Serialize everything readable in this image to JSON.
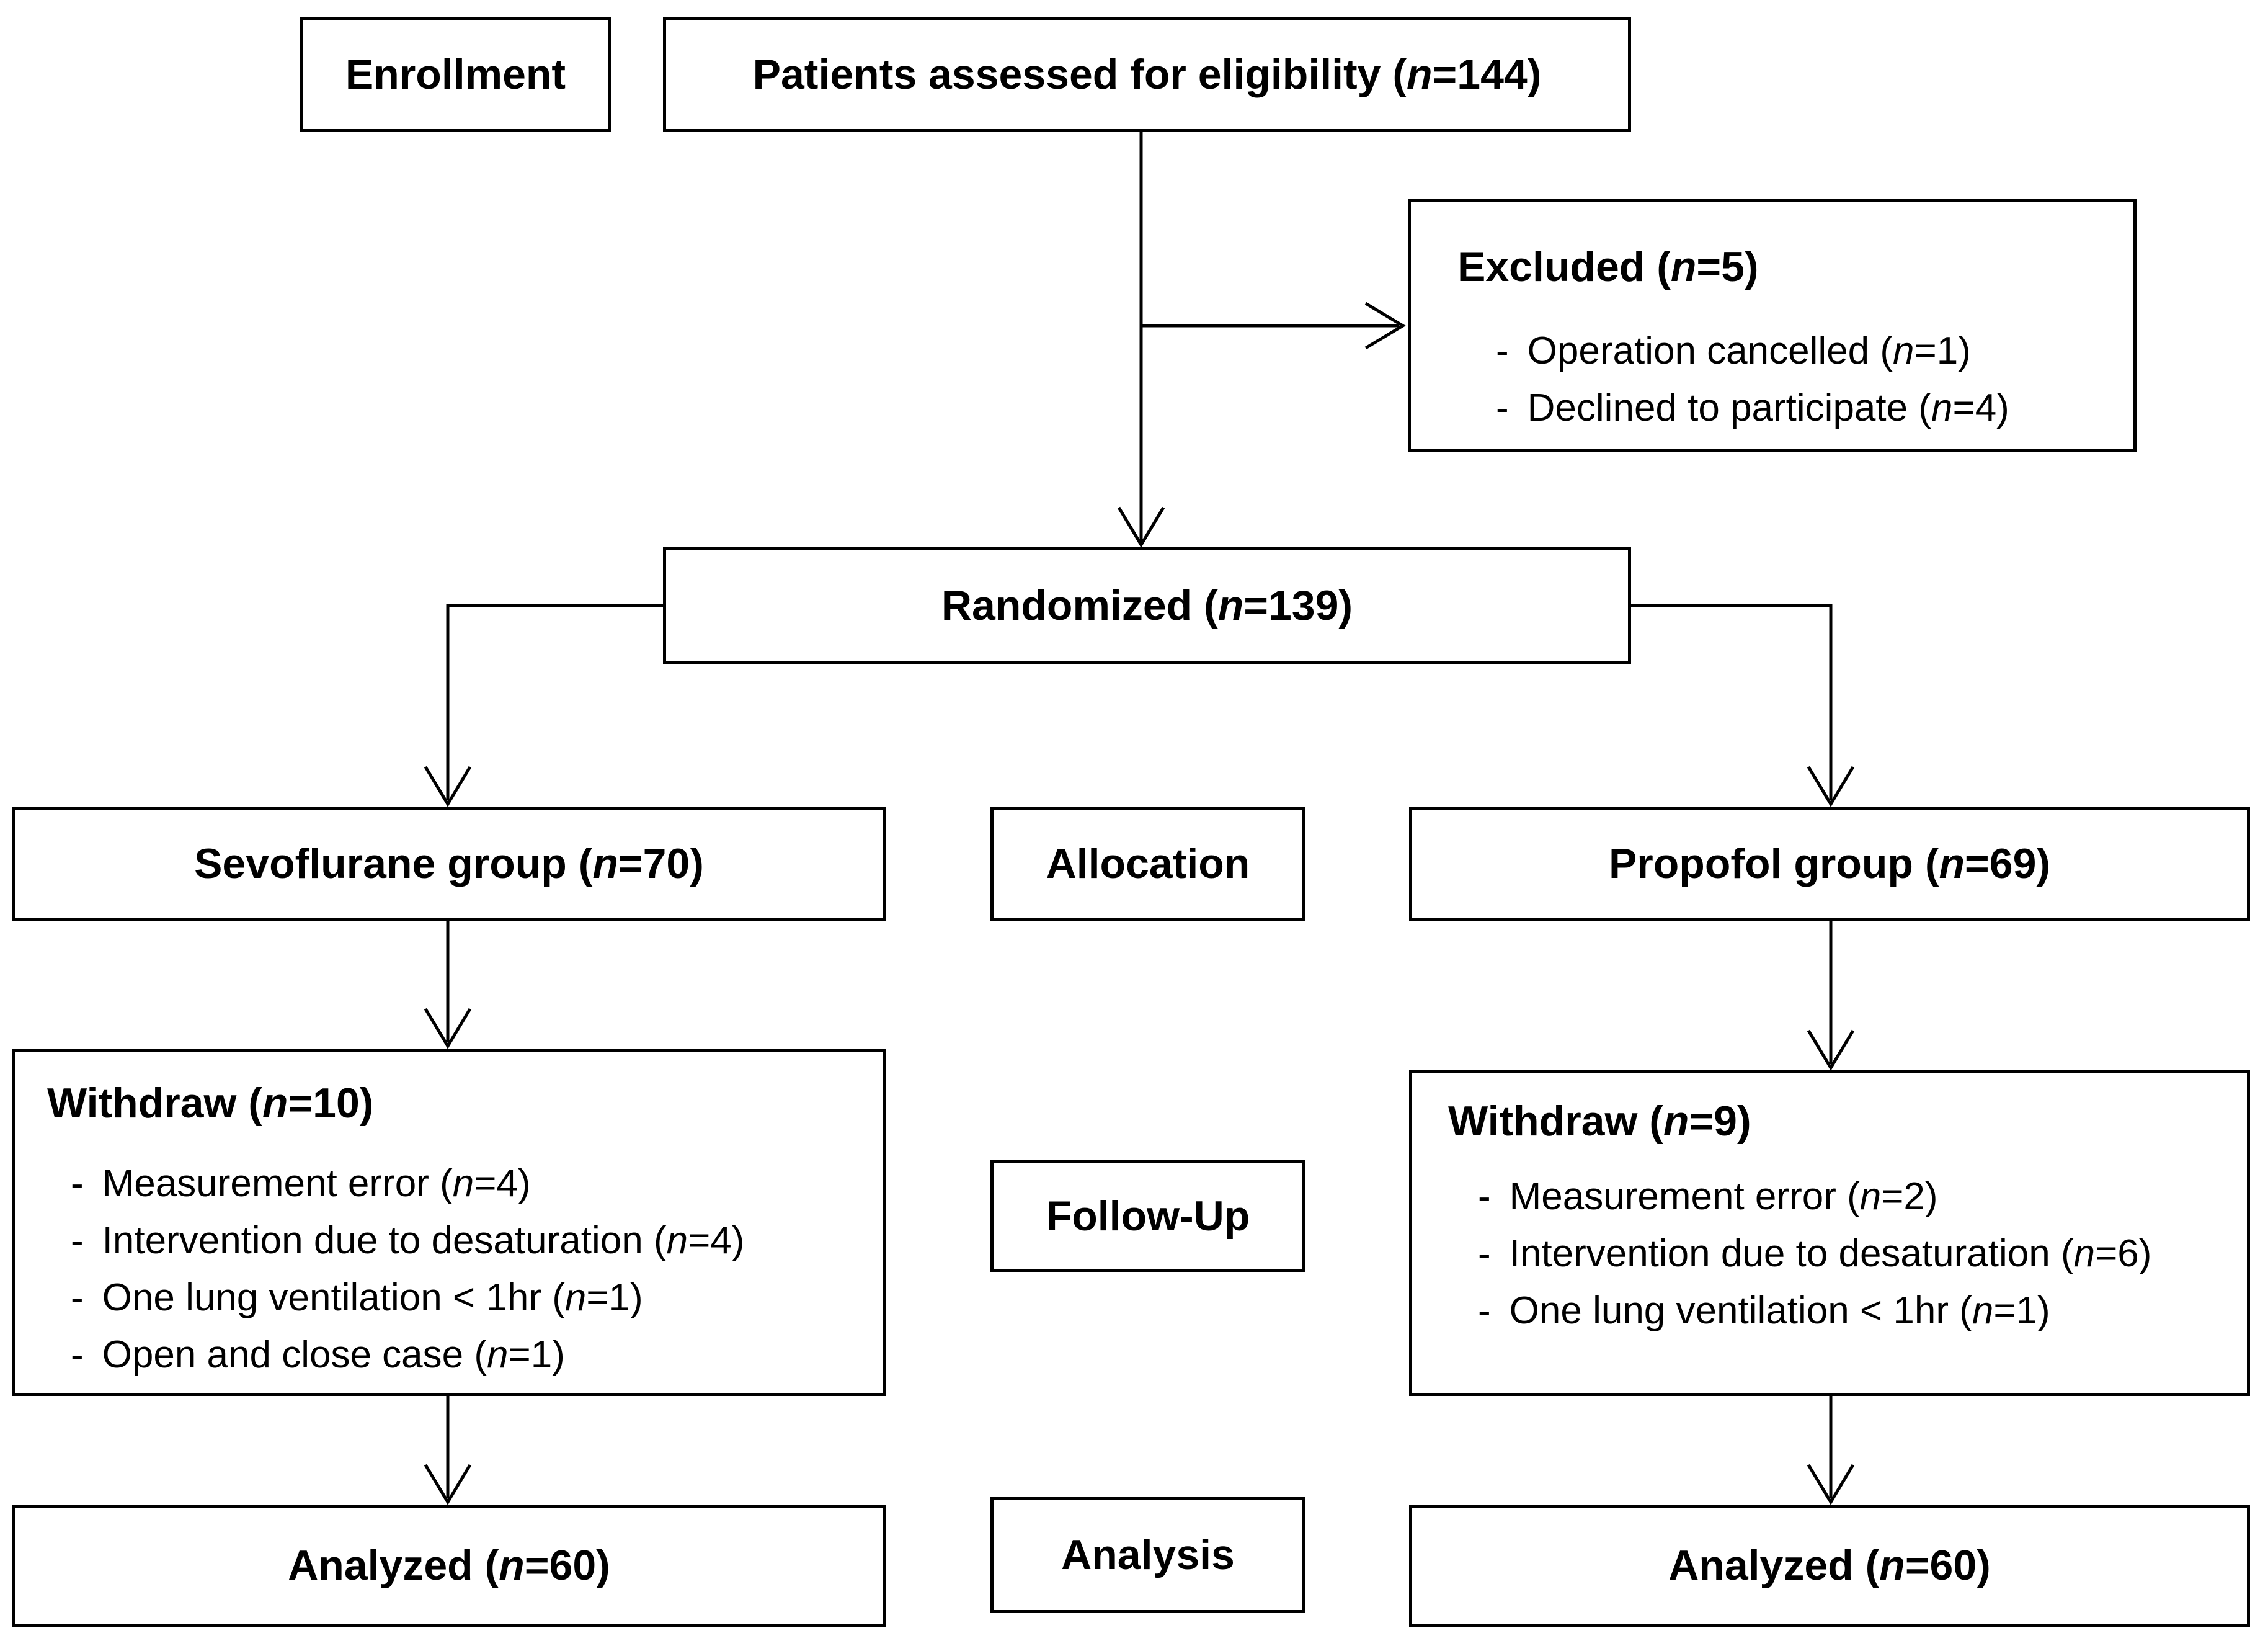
{
  "diagram": {
    "title_semantic": "CONSORT patient flow diagram",
    "stage_labels": {
      "enrollment": "Enrollment",
      "allocation": "Allocation",
      "followup": "Follow-Up",
      "analysis": "Analysis"
    },
    "nodes": {
      "assessed": "Patients assessed for eligibility (n=144)",
      "excluded": {
        "title": "Excluded (n=5)",
        "items": [
          "Operation cancelled (n=1)",
          "Declined to participate (n=4)"
        ]
      },
      "randomized": "Randomized (n=139)",
      "sevoflurane_group": "Sevoflurane group (n=70)",
      "propofol_group": "Propofol group (n=69)",
      "withdraw_sevoflurane": {
        "title": "Withdraw (n=10)",
        "items": [
          "Measurement error (n=4)",
          "Intervention due to desaturation (n=4)",
          "One lung ventilation < 1hr (n=1)",
          "Open and close case (n=1)"
        ]
      },
      "withdraw_propofol": {
        "title": "Withdraw (n=9)",
        "items": [
          "Measurement error (n=2)",
          "Intervention due to desaturation (n=6)",
          "One lung ventilation < 1hr (n=1)"
        ]
      },
      "analyzed_sevoflurane": "Analyzed (n=60)",
      "analyzed_propofol": "Analyzed (n=60)"
    },
    "colors": {
      "background": "#ffffff",
      "box_border": "#000000",
      "text": "#000000"
    }
  }
}
